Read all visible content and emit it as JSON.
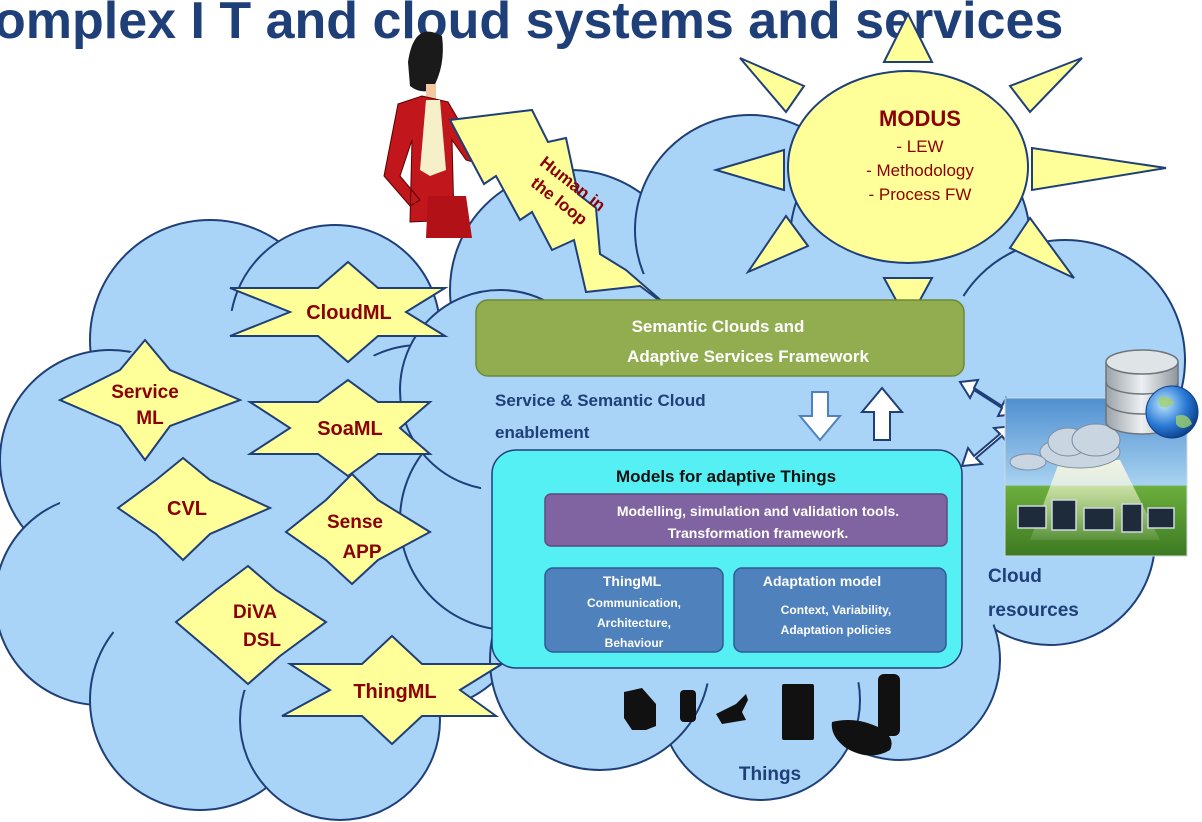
{
  "title": "omplex I T and cloud systems and services",
  "colors": {
    "cloud_fill": "#a9d4f7",
    "cloud_stroke": "#1f3f78",
    "star_fill": "#ffff99",
    "star_stroke": "#1f3f78",
    "label_red": "#8b0000",
    "label_navy": "#1f3f78",
    "framework_green": "#92ad50",
    "models_cyan": "#55f0f3",
    "tools_purple": "#8064a2",
    "model_blue": "#4f81bd"
  },
  "modus": {
    "title": "MODUS",
    "items": [
      "- LEW",
      "- Methodology",
      "- Process FW"
    ]
  },
  "human_loop": {
    "line1": "Human in",
    "line2": "the loop"
  },
  "stars": {
    "cloudml": "CloudML",
    "service_ml": {
      "line1": "Service",
      "line2": "ML"
    },
    "soaml": "SoaML",
    "cvl": "CVL",
    "sense_app": {
      "line1": "Sense",
      "line2": "APP"
    },
    "diva_dsl": {
      "line1": "DiVA",
      "line2": "DSL"
    },
    "thingml": "ThingML"
  },
  "framework": {
    "line1": "Semantic Clouds and",
    "line2": "Adaptive Services Framework"
  },
  "enablement": {
    "line1": "Service & Semantic Cloud",
    "line2": "enablement"
  },
  "models": {
    "title": "Models for adaptive Things",
    "tools": {
      "line1": "Modelling, simulation and validation tools.",
      "line2": "Transformation framework."
    },
    "thingml_box": {
      "title": "ThingML",
      "line1": "Communication,",
      "line2": "Architecture,",
      "line3": "Behaviour"
    },
    "adaptation_box": {
      "title": "Adaptation model",
      "line1": "Context, Variability,",
      "line2": "Adaptation policies"
    }
  },
  "cloud_resources": {
    "line1": "Cloud",
    "line2": "resources"
  },
  "things": "Things",
  "icons": [
    "person-icon",
    "database-icon",
    "globe-icon",
    "cloud-resources-icon",
    "device-icon",
    "sun-ray-icon"
  ]
}
